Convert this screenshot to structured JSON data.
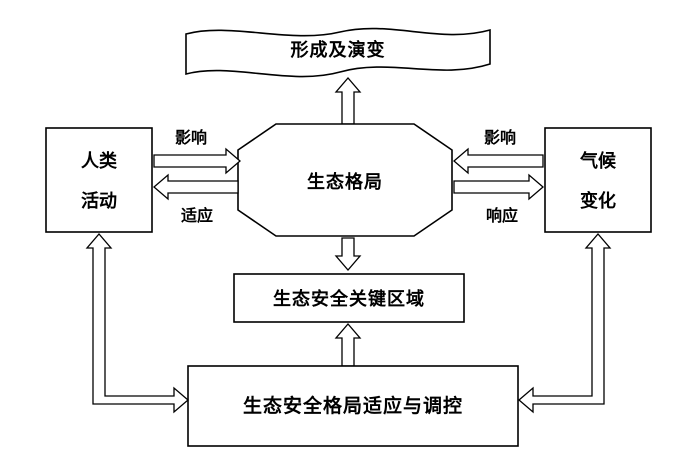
{
  "nodes": {
    "evolution": "形成及演变",
    "human_line1": "人类",
    "human_line2": "活动",
    "pattern": "生态格局",
    "climate_line1": "气候",
    "climate_line2": "变化",
    "key_area": "生态安全关键区域",
    "adapt_control": "生态安全格局适应与调控"
  },
  "edges": {
    "human_to_pattern": "影响",
    "pattern_to_human": "适应",
    "climate_to_pattern": "影响",
    "pattern_to_climate": "响应"
  }
}
